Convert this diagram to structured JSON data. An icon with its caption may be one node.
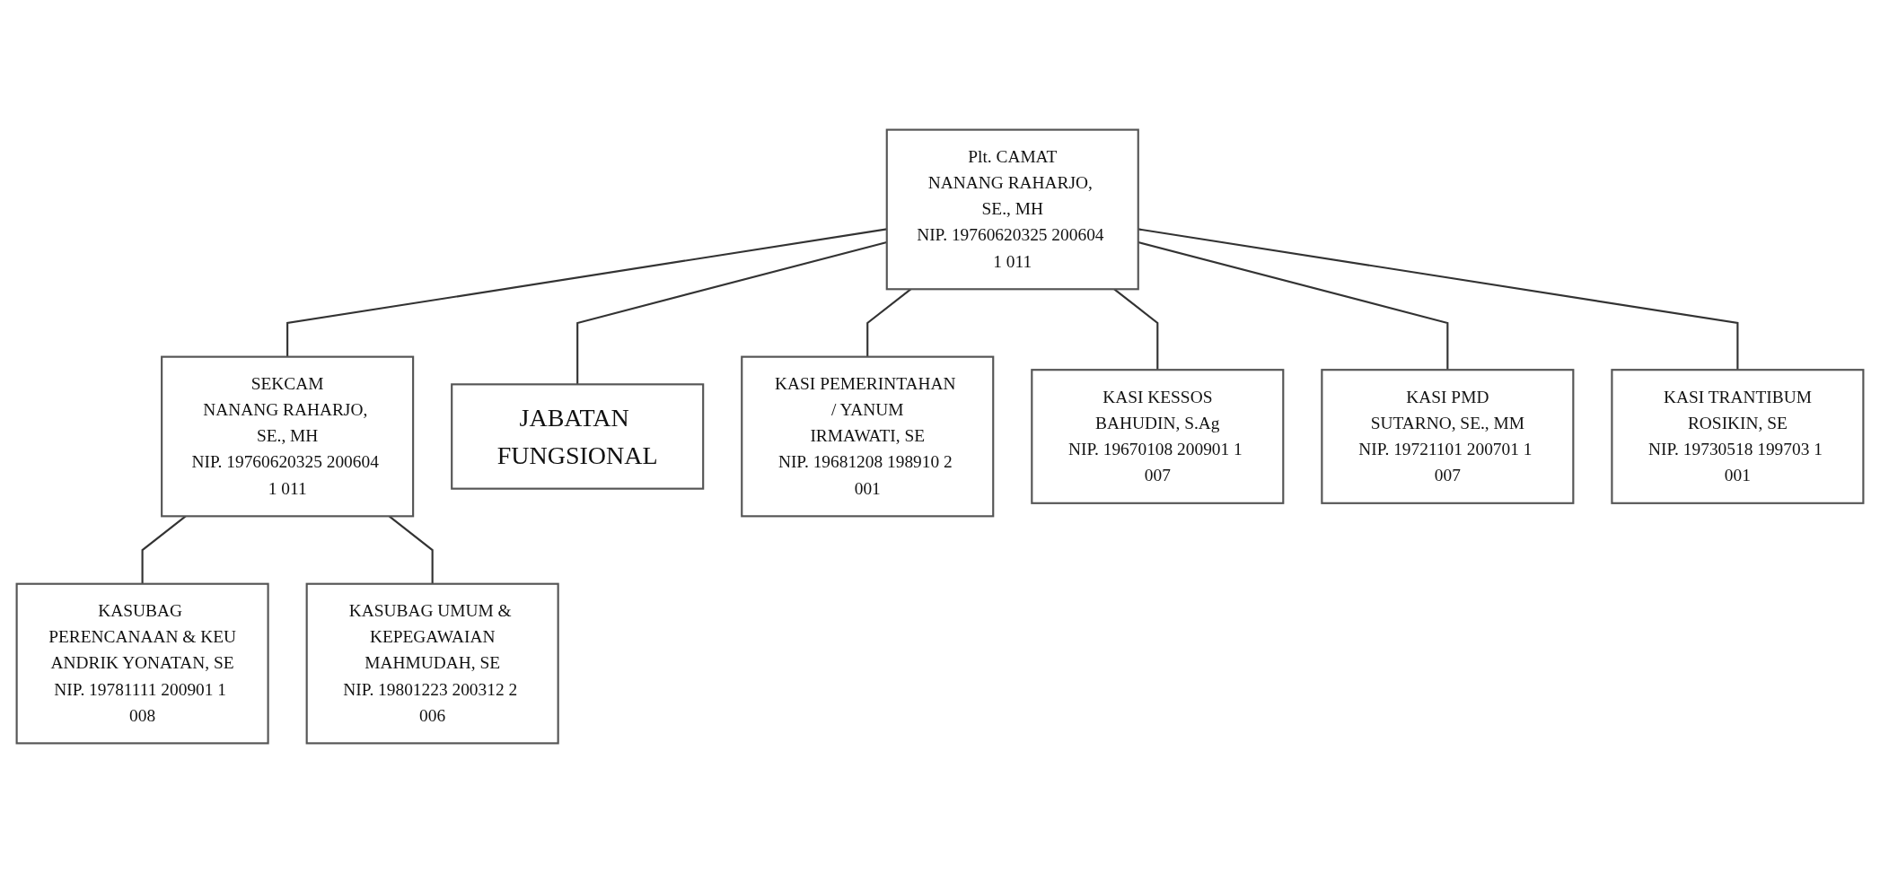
{
  "diagram": {
    "nodes": [
      {
        "text": [
          "Plt. CAMAT",
          "NANANG RAHARJO, SE., MH",
          "NIP. 19760620325 200604 1 011"
        ]
      },
      {
        "text": [
          "SEKCAM",
          "NANANG RAHARJO, SE., MH",
          "NIP. 19760620325 200604 1 011"
        ]
      },
      {
        "text": [
          "JABATAN FUNGSIONAL"
        ]
      },
      {
        "text": [
          "KASUBAG PERENCANAAN & KEU",
          "ANDRIK YONATAN, SE",
          "NIP. 19781111 200901 1 008"
        ]
      },
      {
        "text": [
          "KASUBAG UMUM & KEPEGAWAIAN",
          "MAHMUDAH, SE",
          "NIP. 19801223 200312 2 006"
        ]
      },
      {
        "text": [
          "KASI PEMERINTAHAN / YANUM",
          "IRMAWATI, SE",
          "NIP. 19681208 198910 2 001"
        ]
      },
      {
        "text": [
          "KASI KESSOS",
          "BAHUDIN, S.Ag",
          "NIP. 19670108 200901 1 007"
        ]
      },
      {
        "text": [
          "KASI PMD",
          "SUTARNO, SE., MM",
          "NIP. 19721101 200701 1 007"
        ]
      },
      {
        "text": [
          "KASI TRANTIBUM",
          "ROSIKIN, SE",
          "NIP. 19730518 199703 1 001"
        ]
      }
    ],
    "edges": [
      {
        "from": 0,
        "to": 1,
        "arrow": "none"
      },
      {
        "from": 0,
        "to": 2,
        "arrow": "none"
      },
      {
        "from": 1,
        "to": 3,
        "arrow": "none"
      },
      {
        "from": 1,
        "to": 4,
        "arrow": "none"
      },
      {
        "from": 0,
        "to": 5,
        "arrow": "none"
      },
      {
        "from": 0,
        "to": 6,
        "arrow": "none"
      },
      {
        "from": 0,
        "to": 7,
        "arrow": "none"
      },
      {
        "from": 0,
        "to": 8,
        "arrow": "none"
      }
    ]
  }
}
